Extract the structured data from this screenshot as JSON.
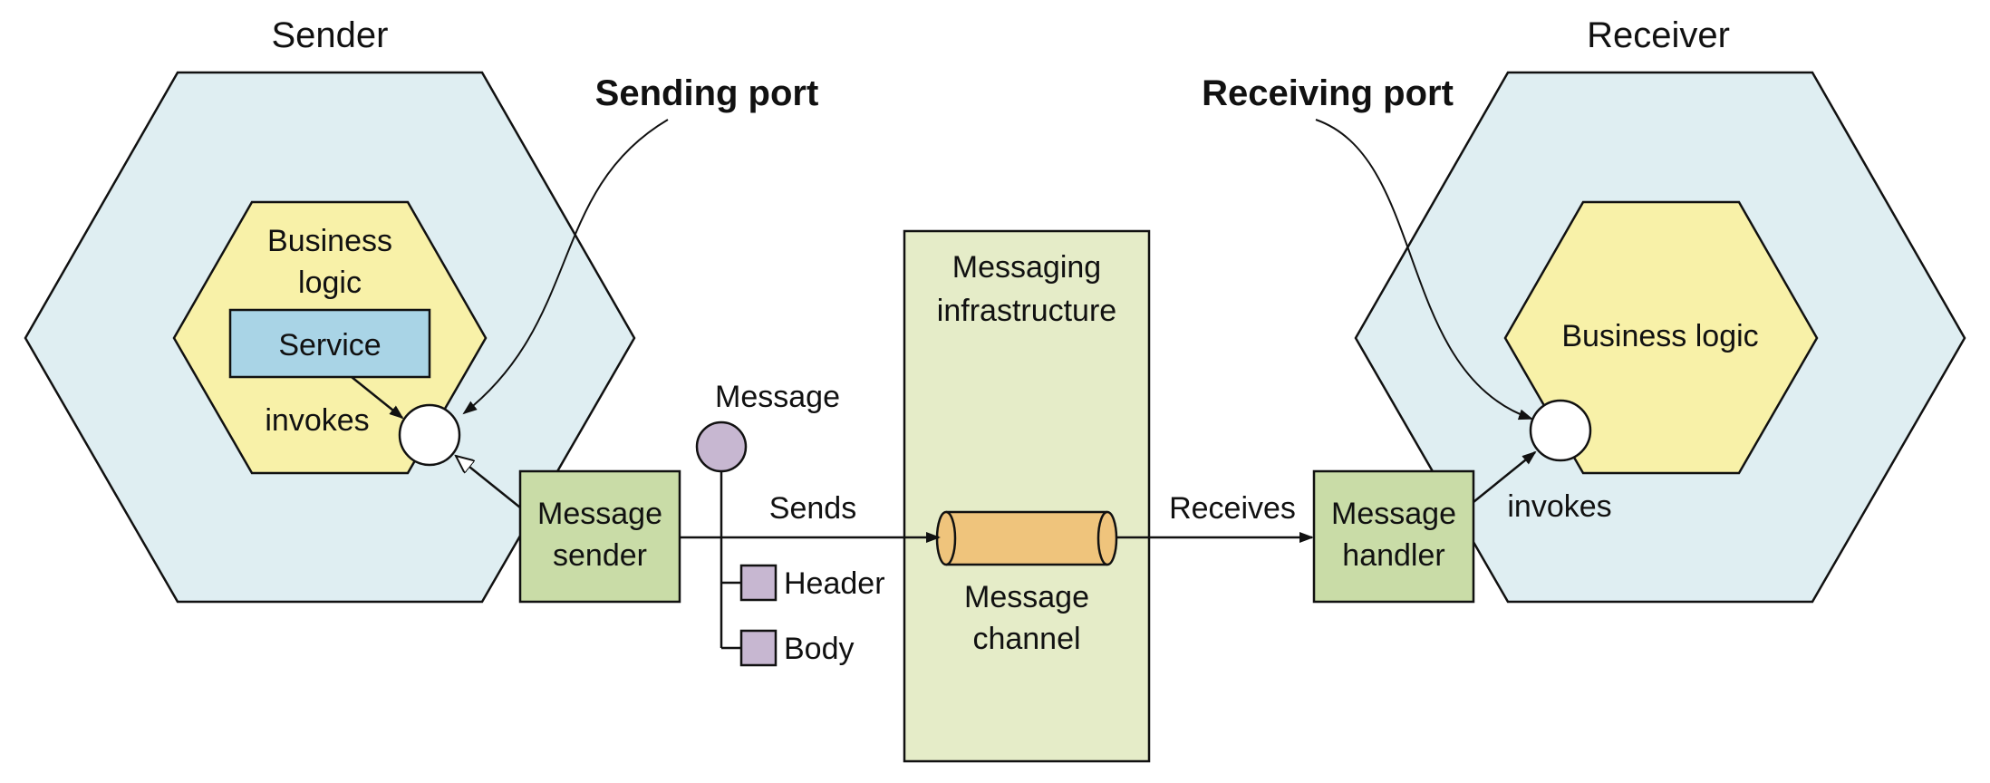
{
  "diagram": {
    "sender_title": "Sender",
    "receiver_title": "Receiver",
    "sending_port": "Sending port",
    "receiving_port": "Receiving port",
    "sender_business_logic_line1": "Business",
    "sender_business_logic_line2": "logic",
    "service": "Service",
    "sender_invokes": "invokes",
    "message_sender_line1": "Message",
    "message_sender_line2": "sender",
    "message": "Message",
    "sends": "Sends",
    "header": "Header",
    "body": "Body",
    "infrastructure_line1": "Messaging",
    "infrastructure_line2": "infrastructure",
    "message_channel_line1": "Message",
    "message_channel_line2": "channel",
    "receives": "Receives",
    "message_handler_line1": "Message",
    "message_handler_line2": "handler",
    "receiver_invokes": "invokes",
    "receiver_business_logic": "Business logic"
  },
  "colors": {
    "hex_blue": "#dfeef2",
    "business_yellow": "#f8f1a8",
    "service_blue": "#a9d4e6",
    "adapter_green": "#c9dca7",
    "infrastructure_green": "#e5ecc8",
    "channel_orange": "#efc47c",
    "message_purple": "#c7b7d1",
    "stroke": "#111111"
  }
}
